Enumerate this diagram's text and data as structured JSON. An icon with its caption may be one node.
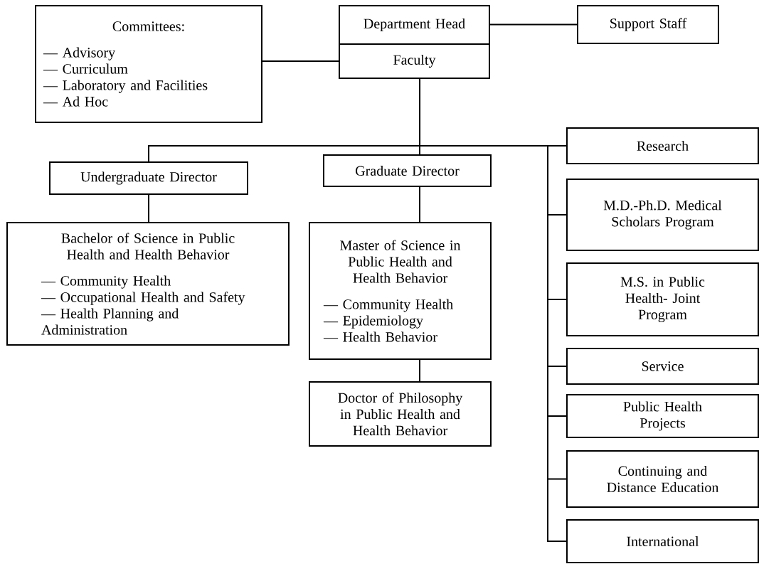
{
  "diagram": {
    "nodes": [
      {
        "text": [
          "Committees:",
          "— Advisory",
          "— Curriculum",
          "— Laboratory and Facilities",
          "— Ad Hoc"
        ]
      },
      {
        "text": [
          "Department Head"
        ]
      },
      {
        "text": [
          "Faculty"
        ]
      },
      {
        "text": [
          "Support Staff"
        ]
      },
      {
        "text": [
          "Undergraduate Director"
        ]
      },
      {
        "text": [
          "Graduate Director"
        ]
      },
      {
        "text": [
          "Bachelor of Science in Public Health and Health Behavior",
          "— Community Health",
          "— Occupational Health and Safety",
          "— Health Planning and Administration"
        ]
      },
      {
        "text": [
          "Master of Science in Public Health and Health Behavior",
          "— Community Health",
          "— Epidemiology",
          "— Health Behavior"
        ]
      },
      {
        "text": [
          "Doctor of Philosophy in Public Health and Health Behavior"
        ]
      },
      {
        "text": [
          "Research"
        ]
      },
      {
        "text": [
          "M.D.-Ph.D. Medical Scholars Program"
        ]
      },
      {
        "text": [
          "M.S. in Public Health- Joint Program"
        ]
      },
      {
        "text": [
          "Service"
        ]
      },
      {
        "text": [
          "Public Health Projects"
        ]
      },
      {
        "text": [
          "Continuing and Distance Education"
        ]
      },
      {
        "text": [
          "International"
        ]
      }
    ],
    "edges": [
      {
        "from": 1,
        "to": 3,
        "arrow": "none"
      },
      {
        "from": 0,
        "to": 2,
        "arrow": "none"
      },
      {
        "from": 2,
        "to": 4,
        "arrow": "none"
      },
      {
        "from": 2,
        "to": 5,
        "arrow": "none"
      },
      {
        "from": 2,
        "to": 9,
        "arrow": "none"
      },
      {
        "from": 2,
        "to": 10,
        "arrow": "none"
      },
      {
        "from": 2,
        "to": 11,
        "arrow": "none"
      },
      {
        "from": 2,
        "to": 12,
        "arrow": "none"
      },
      {
        "from": 2,
        "to": 13,
        "arrow": "none"
      },
      {
        "from": 2,
        "to": 14,
        "arrow": "none"
      },
      {
        "from": 2,
        "to": 15,
        "arrow": "none"
      },
      {
        "from": 4,
        "to": 6,
        "arrow": "none"
      },
      {
        "from": 5,
        "to": 7,
        "arrow": "none"
      },
      {
        "from": 7,
        "to": 8,
        "arrow": "none"
      }
    ]
  }
}
